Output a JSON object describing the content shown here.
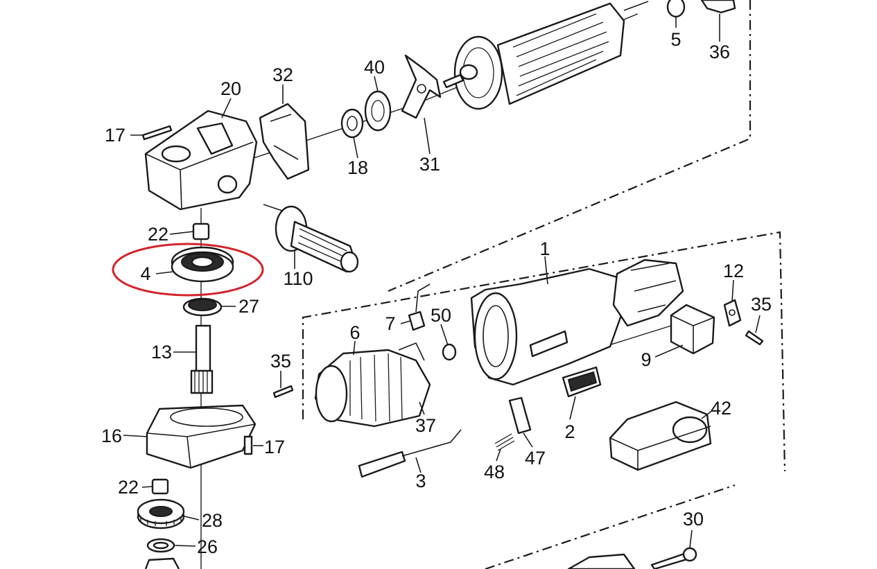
{
  "diagram": {
    "highlight_color": "#d3232b",
    "highlighted_part": "4",
    "callouts": {
      "c1": "1",
      "c2": "2",
      "c3": "3",
      "c4": "4",
      "c5": "5",
      "c6": "6",
      "c7": "7",
      "c9": "9",
      "c12": "12",
      "c13": "13",
      "c16": "16",
      "c17a": "17",
      "c17b": "17",
      "c18": "18",
      "c20": "20",
      "c22a": "22",
      "c22b": "22",
      "c26": "26",
      "c27": "27",
      "c28": "28",
      "c30": "30",
      "c31": "31",
      "c32": "32",
      "c35a": "35",
      "c35b": "35",
      "c36": "36",
      "c37": "37",
      "c40": "40",
      "c42": "42",
      "c47": "47",
      "c48": "48",
      "c50": "50",
      "c110": "110"
    }
  }
}
